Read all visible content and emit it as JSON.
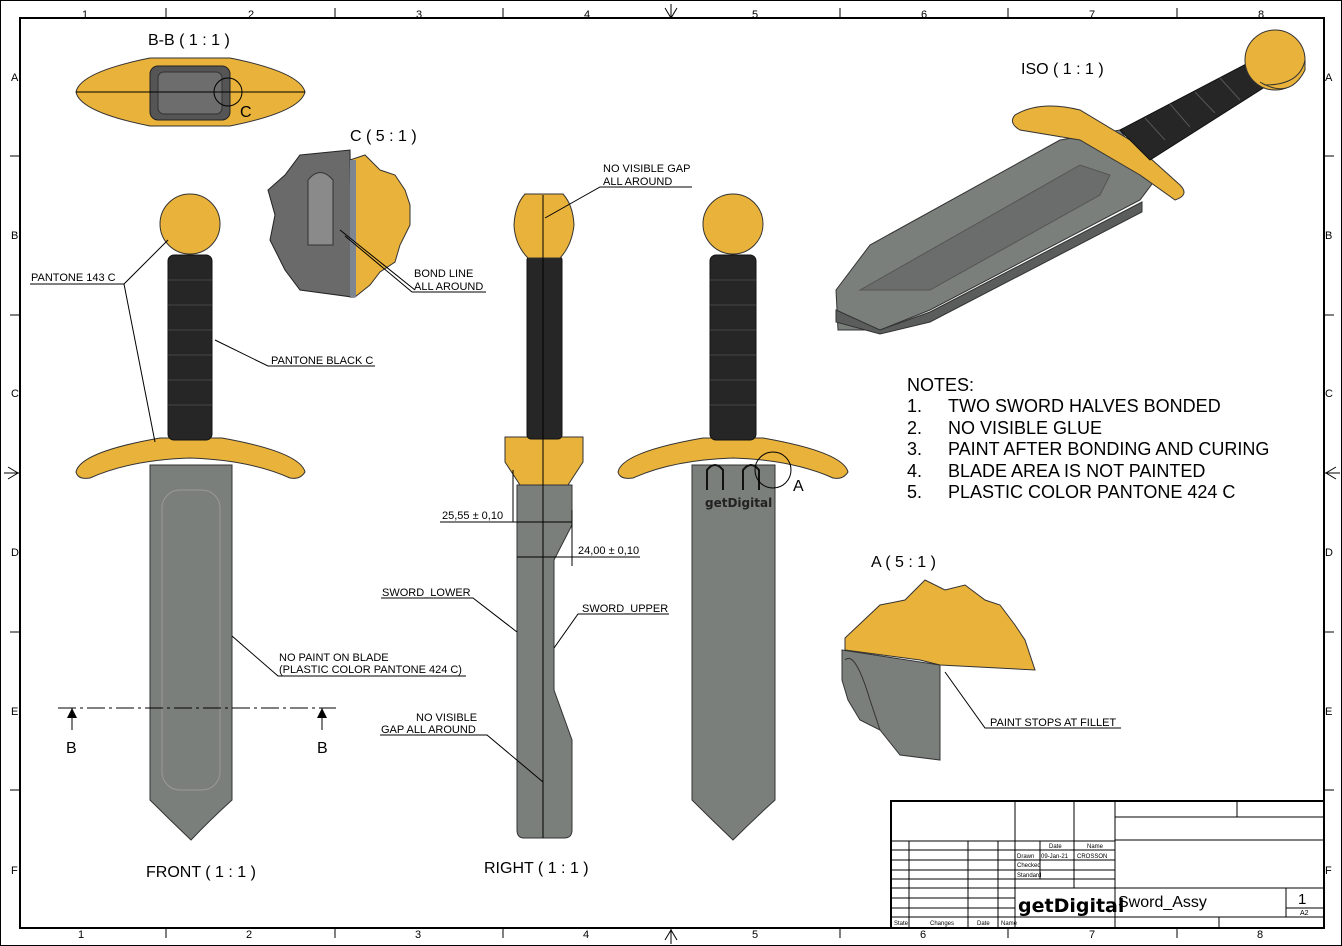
{
  "sheet": {
    "columns": [
      "1",
      "2",
      "3",
      "4",
      "5",
      "6",
      "7",
      "8"
    ],
    "rows": [
      "A",
      "B",
      "C",
      "D",
      "E",
      "F"
    ]
  },
  "views": {
    "section_bb": "B-B ( 1 : 1 )",
    "section_bb_marker": "C",
    "detail_c": "C ( 5 : 1 )",
    "front": "FRONT ( 1 : 1 )",
    "right": "RIGHT ( 1 : 1 )",
    "iso": "ISO ( 1 : 1 )",
    "detail_a": "A ( 5 : 1 )",
    "detail_a_marker": "A",
    "cut_marker_left": "B",
    "cut_marker_right": "B"
  },
  "callouts": {
    "pantone_143c": "PANTONE 143 C",
    "pantone_black": "PANTONE BLACK C",
    "bond_line_1": "BOND LINE",
    "bond_line_2": "ALL AROUND",
    "no_gap_top_1": "NO VISIBLE GAP",
    "no_gap_top_2": "ALL AROUND",
    "no_paint_1": "NO PAINT ON BLADE",
    "no_paint_2": "(PLASTIC COLOR PANTONE 424 C)",
    "sword_lower": "SWORD_LOWER",
    "sword_upper": "SWORD_UPPER",
    "no_gap_bottom_1": "NO VISIBLE",
    "no_gap_bottom_2": "GAP ALL AROUND",
    "paint_stops": "PAINT STOPS AT FILLET",
    "blade_logo": "getDigital"
  },
  "dimensions": {
    "dim1": "25,55 ± 0,10",
    "dim2": "24,00 ± 0,10"
  },
  "notes": {
    "title": "NOTES:",
    "items": [
      {
        "num": "1.",
        "text": "TWO SWORD HALVES BONDED"
      },
      {
        "num": "2.",
        "text": "NO VISIBLE GLUE"
      },
      {
        "num": "3.",
        "text": "PAINT AFTER BONDING AND CURING"
      },
      {
        "num": "4.",
        "text": "BLADE AREA IS NOT PAINTED"
      },
      {
        "num": "5.",
        "text": "PLASTIC COLOR PANTONE 424 C"
      }
    ]
  },
  "title_block": {
    "col_date": "Date",
    "col_name": "Name",
    "drawn_label": "Drawn",
    "drawn_date": "09-Jan-21",
    "drawn_name": "CROSSON",
    "checked_label": "Checked",
    "standard_label": "Standard",
    "state_label": "State",
    "changes_label": "Changes",
    "date_label": "Date",
    "name_label": "Name",
    "company": "getDigital",
    "drawing_title": "Sword_Assy",
    "sheet_number": "1",
    "sheet_size": "A2"
  },
  "colors": {
    "paint_gold": "#E9B23A",
    "grip_black": "#262626",
    "blade_grey": "#7B7F7C"
  }
}
